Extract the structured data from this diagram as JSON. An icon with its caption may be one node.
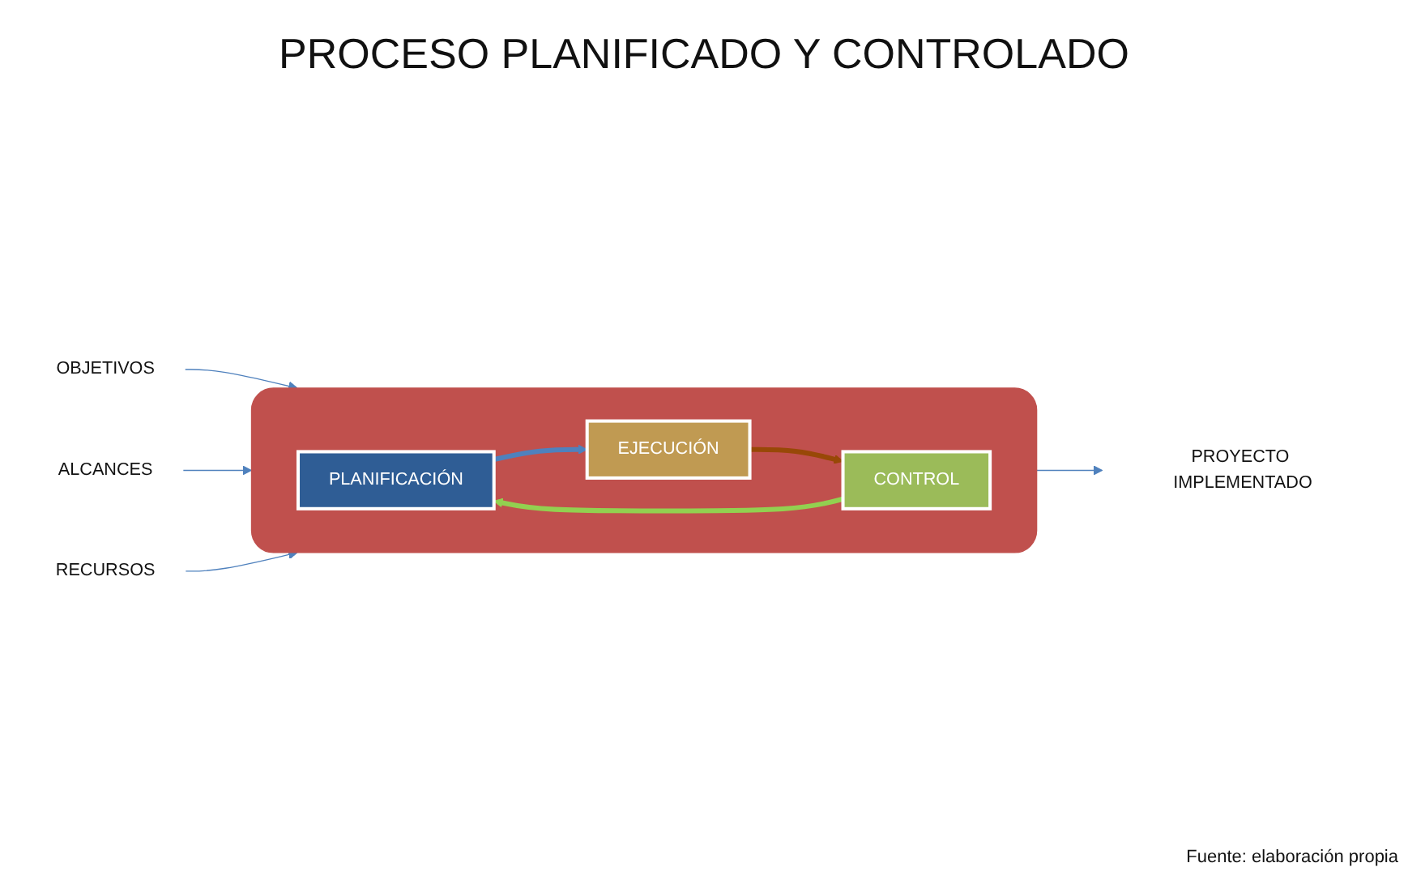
{
  "diagram": {
    "title": "PROCESO PLANIFICADO Y CONTROLADO",
    "caption": "Fuente: elaboración propia",
    "nodes": [
      {
        "text": [],
        "shape": "box"
      },
      {
        "text": [
          "PLANIFICACIÓN"
        ],
        "in": 0
      },
      {
        "text": [
          "EJECUCIÓN"
        ],
        "in": 0
      },
      {
        "text": [
          "CONTROL"
        ],
        "in": 0
      },
      {
        "text": [
          "OBJETIVOS"
        ]
      },
      {
        "text": [
          "ALCANCES"
        ]
      },
      {
        "text": [
          "PROYECTO IMPLEMENTADO"
        ]
      },
      {
        "text": [
          "RECURSOS"
        ]
      }
    ],
    "edges": [
      {
        "from": 1,
        "to": 2,
        "arrow": "to",
        "style": "thick"
      },
      {
        "from": 2,
        "to": 3,
        "arrow": "to",
        "style": "thick",
        "color": "#984807"
      },
      {
        "from": 3,
        "to": 1,
        "arrow": "to",
        "style": "thick",
        "color": "#92d050"
      },
      {
        "from": 4,
        "to": 0,
        "arrow": "to"
      },
      {
        "from": 5,
        "to": 0,
        "arrow": "to"
      },
      {
        "from": 0,
        "to": 6,
        "arrow": "to"
      },
      {
        "from": 7,
        "to": 0,
        "arrow": "to"
      }
    ]
  }
}
